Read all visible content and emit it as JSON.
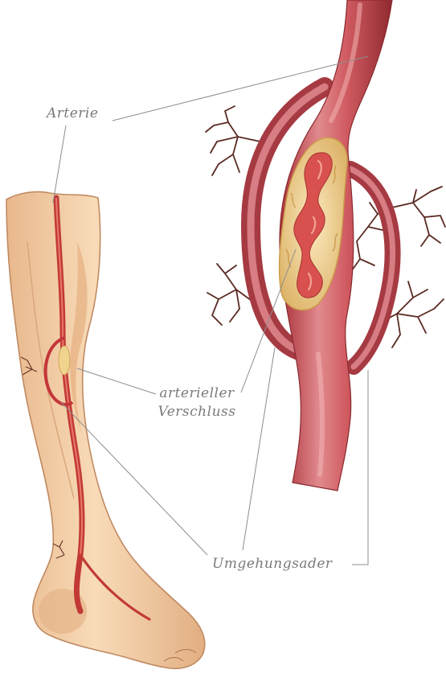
{
  "labels": {
    "artery": "Arterie",
    "occlusion_line1": "arterieller",
    "occlusion_line2": "Verschluss",
    "bypass": "Umgehungsader"
  },
  "colors": {
    "skin": "#f3cfa6",
    "skin_shade": "#e3ad7e",
    "skin_outline": "#b9805a",
    "artery": "#c4363a",
    "artery_dark": "#8f1e25",
    "vessel": "#cf5a5f",
    "vessel_highlight": "#ec9ea0",
    "vessel_shadow": "#9e2d34",
    "plaque": "#f0d89a",
    "plaque_dark": "#d9b463",
    "leader_line": "#8d8d8d",
    "branch": "#5a2a22"
  }
}
